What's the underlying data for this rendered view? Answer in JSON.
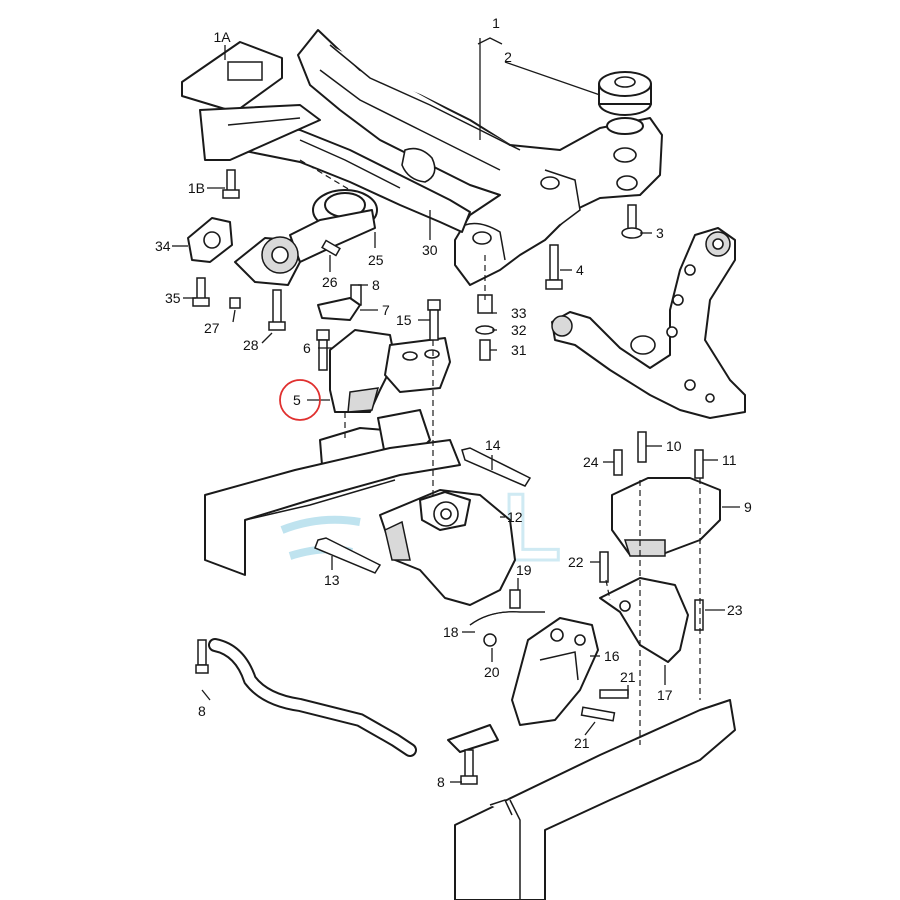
{
  "diagram": {
    "accent_color": "#e0302f",
    "watermark": "OL",
    "callouts": {
      "c1": "1",
      "c1a": "1A",
      "c1b": "1B",
      "c2": "2",
      "c3": "3",
      "c4": "4",
      "c5": "5",
      "c6": "6",
      "c7": "7",
      "c8a": "8",
      "c8b": "8",
      "c8c": "8",
      "c9": "9",
      "c10": "10",
      "c11": "11",
      "c12": "12",
      "c13": "13",
      "c14": "14",
      "c15": "15",
      "c16": "16",
      "c17": "17",
      "c18": "18",
      "c19": "19",
      "c20": "20",
      "c21a": "21",
      "c21b": "21",
      "c22": "22",
      "c23": "23",
      "c24": "24",
      "c25": "25",
      "c26": "26",
      "c27": "27",
      "c28": "28",
      "c30": "30",
      "c31": "31",
      "c32": "32",
      "c33": "33",
      "c34": "34",
      "c35": "35"
    }
  }
}
